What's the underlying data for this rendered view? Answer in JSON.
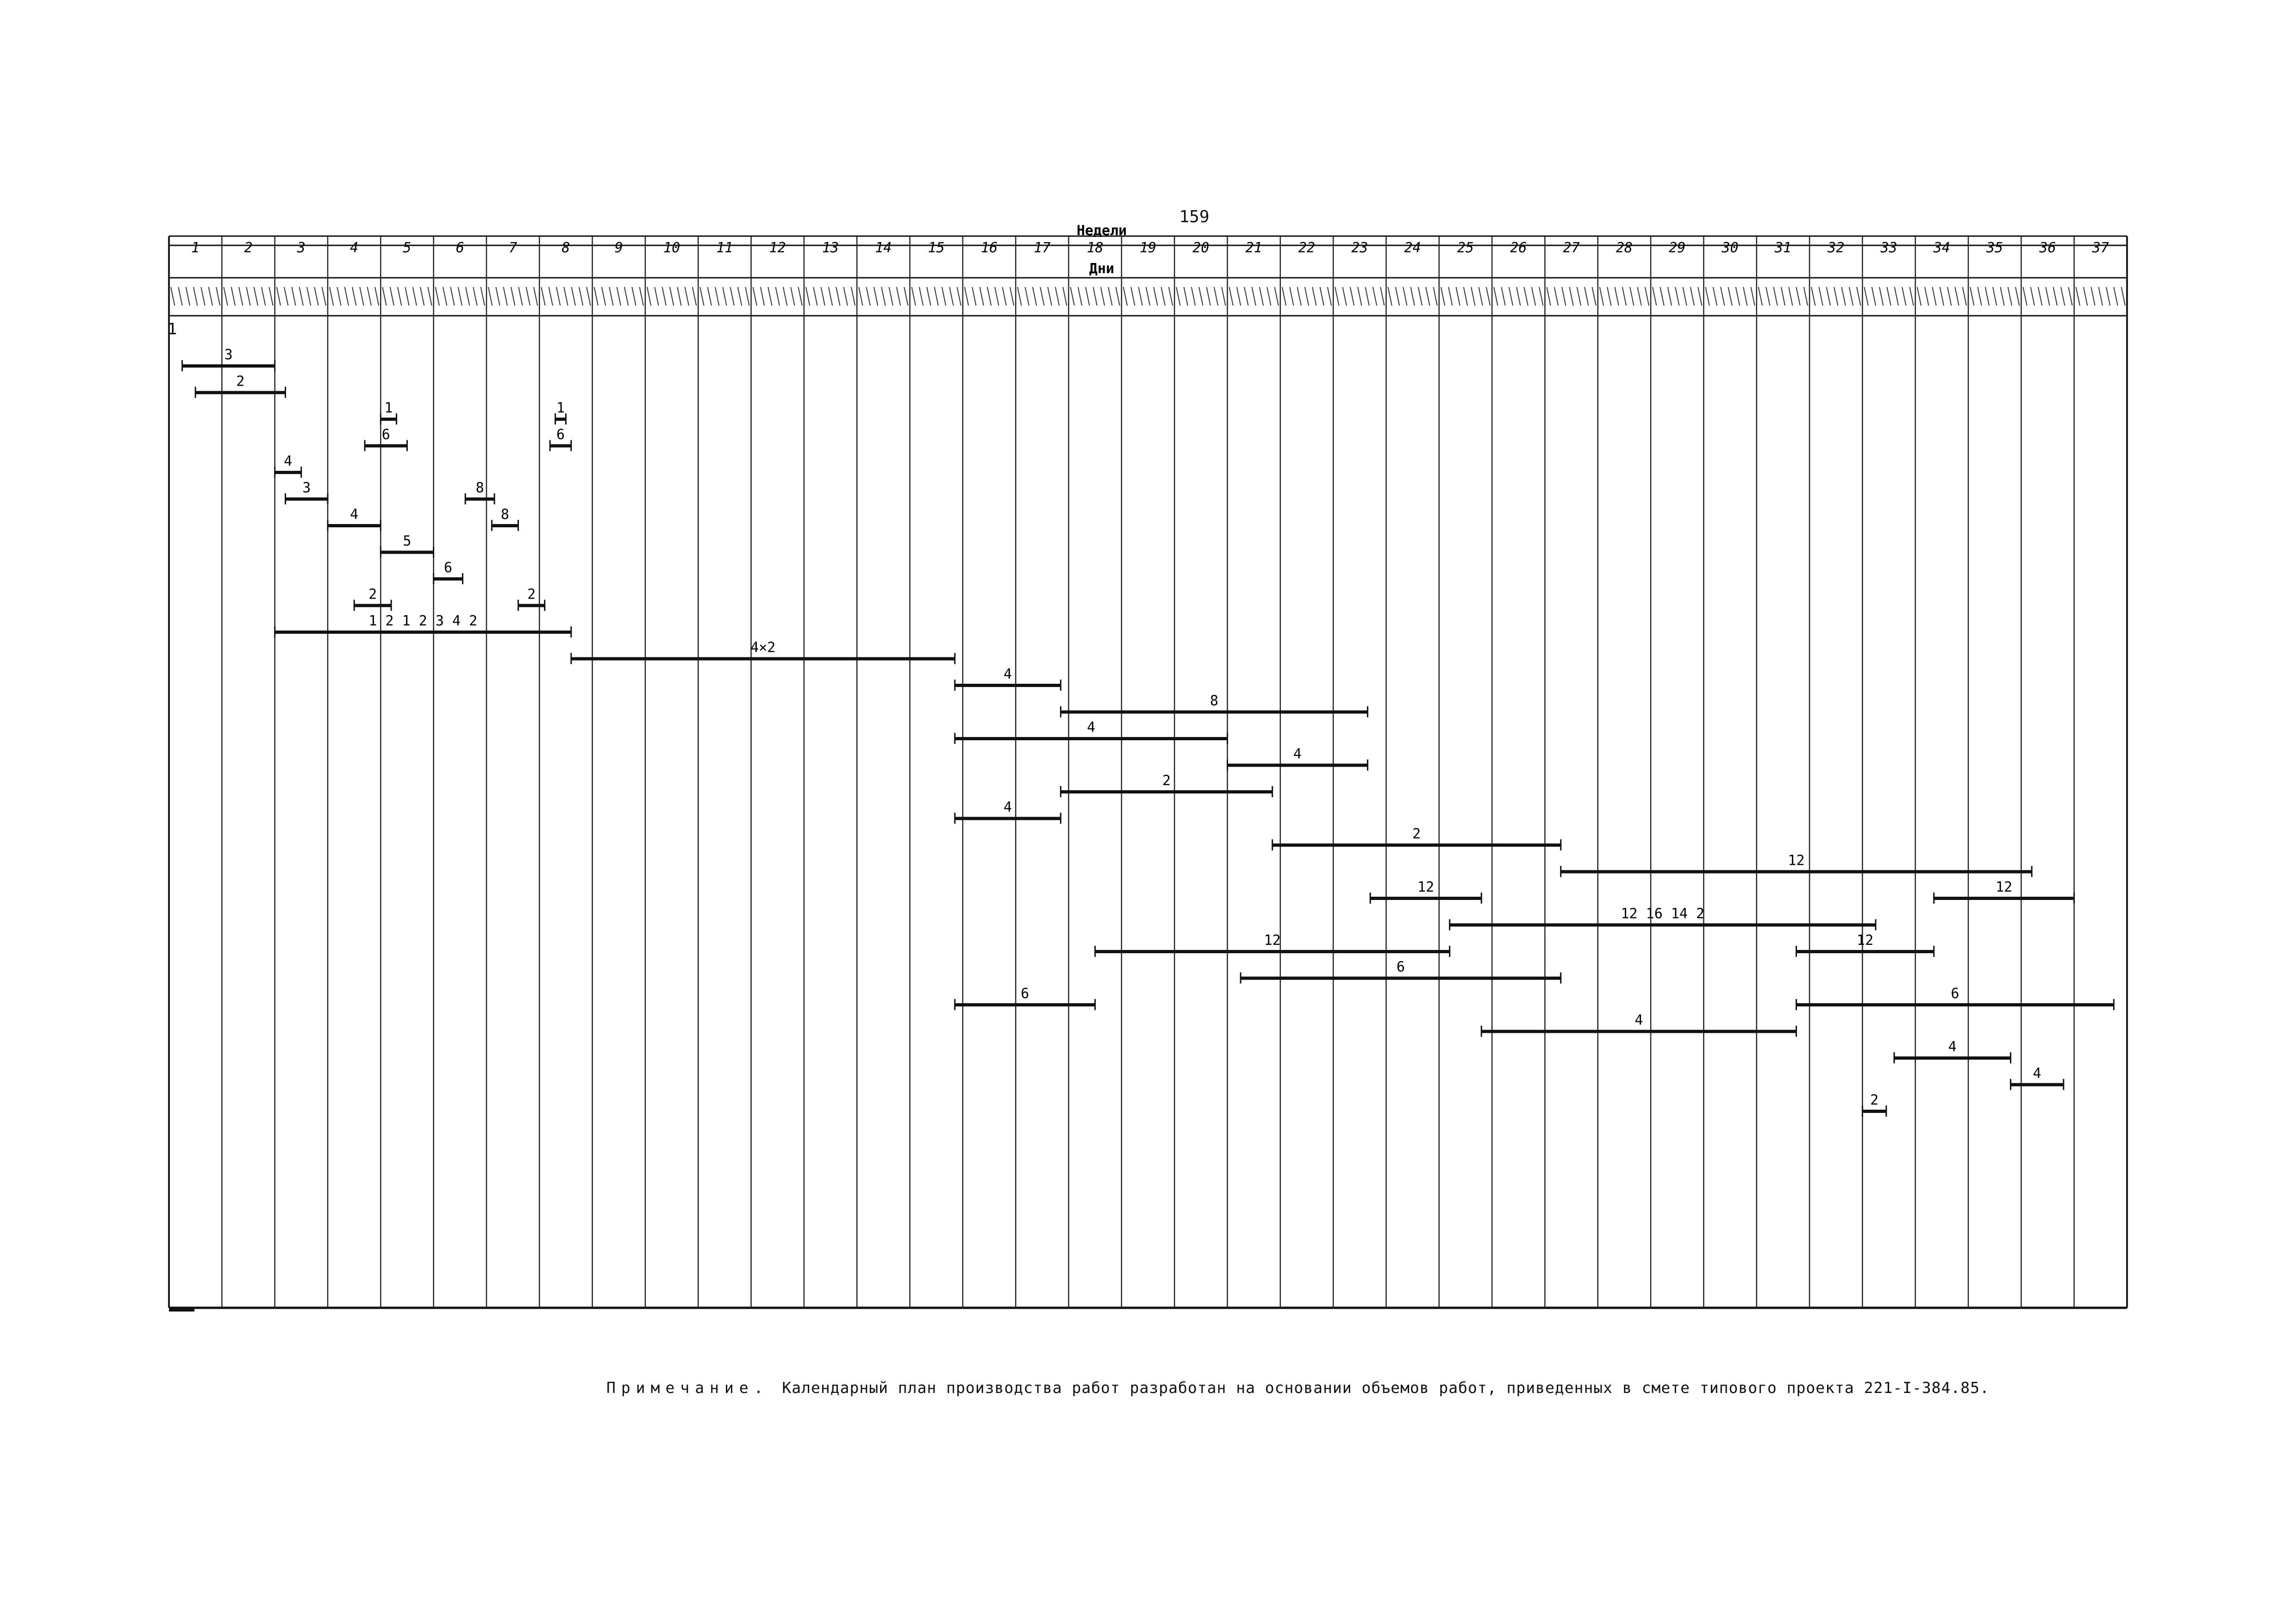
{
  "page_number": "159",
  "header": {
    "weeks_label": "Недели",
    "days_label": "Дни"
  },
  "row_marker": "1",
  "weeks": [
    "1",
    "2",
    "3",
    "4",
    "5",
    "6",
    "7",
    "8",
    "9",
    "10",
    "11",
    "12",
    "13",
    "14",
    "15",
    "16",
    "17",
    "18",
    "19",
    "20",
    "21",
    "22",
    "23",
    "24",
    "25",
    "26",
    "27",
    "28",
    "29",
    "30",
    "31",
    "32",
    "33",
    "34",
    "35",
    "36",
    "37"
  ],
  "note": {
    "lead": "Примечание.",
    "text": "Календарный план производства работ разработан на основании объемов работ, приведенных в смете типового проекта 221-I-384.85."
  },
  "chart_data": {
    "type": "gantt",
    "x_unit": "week",
    "xlim": [
      0,
      37
    ],
    "tasks": [
      {
        "row": 1,
        "start": 0.25,
        "end": 2.0,
        "label": "3"
      },
      {
        "row": 2,
        "start": 0.5,
        "end": 2.2,
        "label": "2"
      },
      {
        "row": 3,
        "start": 4.0,
        "end": 4.3,
        "label": "1"
      },
      {
        "row": 3,
        "start": 7.3,
        "end": 7.5,
        "label": "1"
      },
      {
        "row": 4,
        "start": 3.7,
        "end": 4.5,
        "label": "6"
      },
      {
        "row": 4,
        "start": 7.2,
        "end": 7.6,
        "label": "6"
      },
      {
        "row": 5,
        "start": 2.0,
        "end": 2.5,
        "label": "4"
      },
      {
        "row": 6,
        "start": 2.2,
        "end": 3.0,
        "label": "3"
      },
      {
        "row": 6,
        "start": 5.6,
        "end": 6.15,
        "label": "8"
      },
      {
        "row": 7,
        "start": 3.0,
        "end": 4.0,
        "label": "4"
      },
      {
        "row": 7,
        "start": 6.1,
        "end": 6.6,
        "label": "8"
      },
      {
        "row": 8,
        "start": 4.0,
        "end": 5.0,
        "label": "5"
      },
      {
        "row": 9,
        "start": 5.0,
        "end": 5.55,
        "label": "6"
      },
      {
        "row": 10,
        "start": 3.5,
        "end": 4.2,
        "label": "2"
      },
      {
        "row": 10,
        "start": 6.6,
        "end": 7.1,
        "label": "2"
      },
      {
        "row": 11,
        "start": 2.0,
        "end": 7.6,
        "label": "1 2 1 2 3 4 2"
      },
      {
        "row": 12,
        "start": 7.6,
        "end": 14.85,
        "label": "4×2"
      },
      {
        "row": 13,
        "start": 14.85,
        "end": 16.85,
        "label": "4"
      },
      {
        "row": 14,
        "start": 16.85,
        "end": 22.65,
        "label": "8"
      },
      {
        "row": 15,
        "start": 14.85,
        "end": 20.0,
        "label": "4"
      },
      {
        "row": 16,
        "start": 20.0,
        "end": 22.65,
        "label": "4"
      },
      {
        "row": 17,
        "start": 16.85,
        "end": 20.85,
        "label": "2"
      },
      {
        "row": 18,
        "start": 14.85,
        "end": 16.85,
        "label": "4"
      },
      {
        "row": 19,
        "start": 20.85,
        "end": 26.3,
        "label": "2"
      },
      {
        "row": 20,
        "start": 26.3,
        "end": 35.2,
        "label": "12"
      },
      {
        "row": 21,
        "start": 22.7,
        "end": 24.8,
        "label": "12"
      },
      {
        "row": 21,
        "start": 33.35,
        "end": 36.0,
        "label": "12"
      },
      {
        "row": 22,
        "start": 24.2,
        "end": 32.25,
        "label": "12 16 14 2"
      },
      {
        "row": 23,
        "start": 17.5,
        "end": 24.2,
        "label": "12"
      },
      {
        "row": 23,
        "start": 30.75,
        "end": 33.35,
        "label": "12"
      },
      {
        "row": 24,
        "start": 20.25,
        "end": 26.3,
        "label": "6"
      },
      {
        "row": 25,
        "start": 14.85,
        "end": 17.5,
        "label": "6"
      },
      {
        "row": 25,
        "start": 30.75,
        "end": 36.75,
        "label": "6"
      },
      {
        "row": 26,
        "start": 24.8,
        "end": 30.75,
        "label": "4"
      },
      {
        "row": 27,
        "start": 32.6,
        "end": 34.8,
        "label": "4"
      },
      {
        "row": 28,
        "start": 34.8,
        "end": 35.8,
        "label": "4"
      },
      {
        "row": 29,
        "start": 32.0,
        "end": 32.45,
        "label": "2"
      }
    ]
  }
}
